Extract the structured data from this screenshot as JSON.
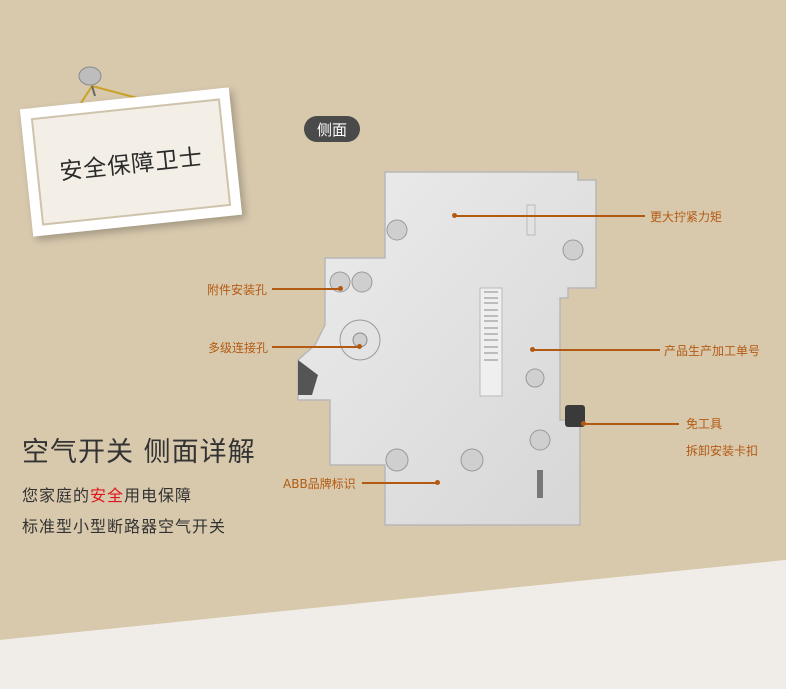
{
  "sign": {
    "text": "安全保障卫士"
  },
  "badge": {
    "text": "侧面"
  },
  "callouts": {
    "torque": "更大拧紧力矩",
    "accessory": "附件安装孔",
    "multi": "多级连接孔",
    "serial": "产品生产加工单号",
    "tool_free_1": "免工具",
    "tool_free_2": "拆卸安装卡扣",
    "abb": "ABB品牌标识"
  },
  "headline": "空气开关 侧面详解",
  "line1": {
    "prefix": "您家庭的",
    "highlight": "安全",
    "suffix": "用电保障"
  },
  "line2": "标准型小型断路器空气开关",
  "colors": {
    "accent": "#b35a12",
    "highlight": "#e0141c",
    "tan": "#d8c9ad"
  }
}
